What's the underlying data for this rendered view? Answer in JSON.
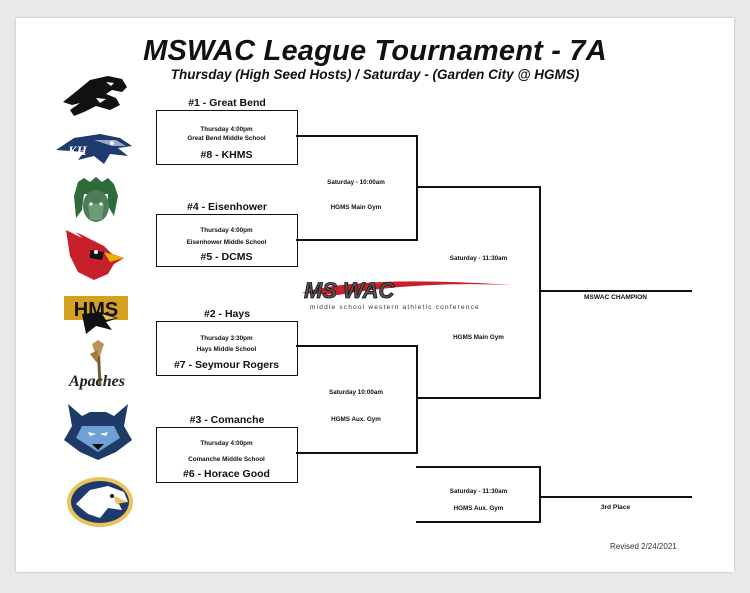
{
  "header": {
    "title": "MSWAC League Tournament - 7A",
    "subtitle": "Thursday (High Seed Hosts) /  Saturday - (Garden City @ HGMS)"
  },
  "matchups": [
    {
      "top_seed": "#1 - Great Bend",
      "time": "Thursday 4:00pm",
      "venue": "Great Bend Middle School",
      "bottom_seed": "#8 - KHMS"
    },
    {
      "top_seed": "#4 - Eisenhower",
      "time": "Thursday 4:00pm",
      "venue": "Eisenhower Middle School",
      "bottom_seed": "#5 - DCMS"
    },
    {
      "top_seed": "#2 - Hays",
      "time": "Thursday 3:30pm",
      "venue": "Hays Middle School",
      "bottom_seed": "#7 - Seymour Rogers"
    },
    {
      "top_seed": "#3 - Comanche",
      "time": "Thursday 4:00pm",
      "venue": "Comanche Middle School",
      "bottom_seed": "#6 - Horace Good"
    }
  ],
  "semis": [
    {
      "time": "Saturday - 10:00am",
      "venue": "HGMS Main Gym"
    },
    {
      "time": "Saturday 10:00am",
      "venue": "HGMS Aux. Gym"
    }
  ],
  "final": {
    "time": "Saturday - 11:30am",
    "venue": "HGMS Main Gym",
    "result_label": "MSWAC CHAMPION"
  },
  "third_place": {
    "time": "Saturday - 11:30am",
    "venue": "HGMS Aux. Gym",
    "result_label": "3rd Place"
  },
  "logo": {
    "brand": "MS WAC",
    "tagline": "middle school western athletic conference"
  },
  "team_logos": [
    "panther-logo",
    "hawk-logo",
    "indian-chief-logo",
    "cardinal-logo",
    "hays-eagle-logo",
    "apaches-logo",
    "wolf-logo",
    "eagle-logo"
  ],
  "apaches_text": "Apaches",
  "hays_text": "HMS",
  "footer": {
    "revised": "Revised 2/24/2021"
  },
  "colors": {
    "line": "#111111",
    "logo_red": "#c8202a",
    "logo_gray": "#555555"
  }
}
